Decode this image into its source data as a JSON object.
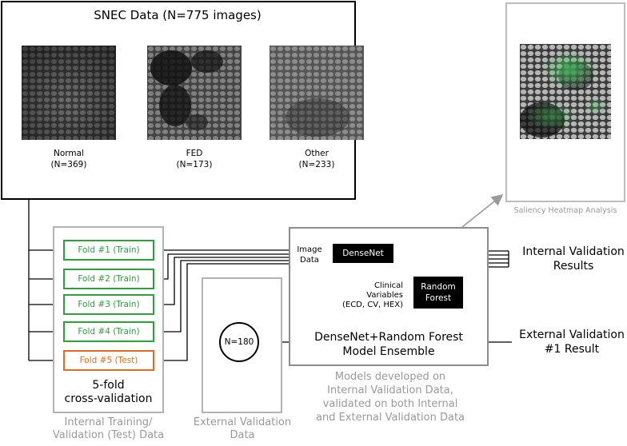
{
  "snec": {
    "title": "SNEC Data (N=775 images)",
    "groups": [
      {
        "name": "Normal",
        "count": "(N=369)"
      },
      {
        "name": "FED",
        "count": "(N=173)"
      },
      {
        "name": "Other",
        "count": "(N=233)"
      }
    ]
  },
  "saliency": {
    "caption": "Saliency Heatmap Analysis"
  },
  "folds": [
    {
      "label": "Fold #1 (Train)"
    },
    {
      "label": "Fold #2 (Train)"
    },
    {
      "label": "Fold #3 (Train)"
    },
    {
      "label": "Fold #4 (Train)"
    },
    {
      "label": "Fold #5 (Test)"
    }
  ],
  "internal": {
    "cv_line1": "5-fold",
    "cv_line2": "cross-validation",
    "caption_line1": "Internal Training/",
    "caption_line2": "Validation (Test) Data"
  },
  "external": {
    "count": "N=180",
    "caption_line1": "External Validation",
    "caption_line2": "Data"
  },
  "model": {
    "image_data_line1": "Image",
    "image_data_line2": "Data",
    "densenet": "DenseNet",
    "clinical_line1": "Clinical",
    "clinical_line2": "Variables",
    "clinical_line3": "(ECD, CV, HEX)",
    "rf_line1": "Random",
    "rf_line2": "Forest",
    "ensemble_line1": "DenseNet+Random Forest",
    "ensemble_line2": "Model Ensemble",
    "caption_line1": "Models developed on",
    "caption_line2": "Internal Validation Data,",
    "caption_line3": "validated on both Internal",
    "caption_line4": "and External Validation Data"
  },
  "results": {
    "internal_line1": "Internal Validation",
    "internal_line2": "Results",
    "external_line1": "External Validation",
    "external_line2": "#1 Result"
  },
  "colors": {
    "train_fold": "#2e9e3e",
    "test_fold": "#e46c1c",
    "caption_gray": "#999999"
  }
}
